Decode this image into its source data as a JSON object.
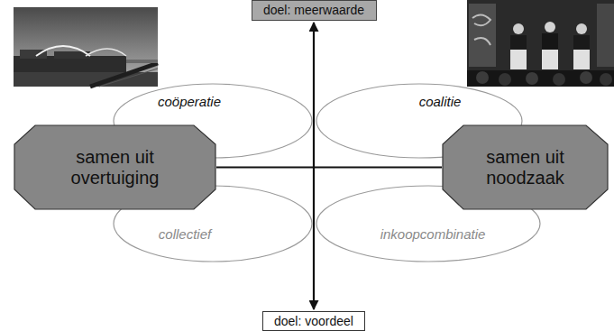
{
  "diagram": {
    "nodes": [
      {
        "text": [
          "doel: meerwaarde"
        ]
      },
      {
        "text": [
          "coöperatie"
        ]
      },
      {
        "text": [
          "coalitie"
        ]
      },
      {
        "text": [
          "samen uit overtuiging"
        ]
      },
      {
        "text": [
          "samen uit noodzaak"
        ]
      },
      {
        "text": [
          "collectief"
        ]
      },
      {
        "text": [
          "inkoopcombinatie"
        ]
      },
      {
        "text": [
          "doel: voordeel"
        ]
      }
    ],
    "edges": [
      {
        "from": 0,
        "to": 7,
        "arrow": "both"
      },
      {
        "from": 3,
        "to": 4,
        "arrow": "none"
      }
    ]
  }
}
